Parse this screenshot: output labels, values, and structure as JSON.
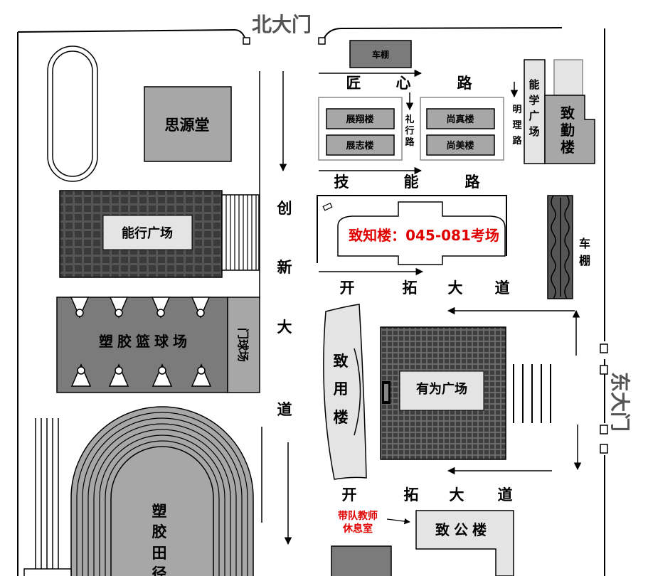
{
  "gates": {
    "north": "北大门",
    "east": "东大门"
  },
  "buildings": {
    "bike_shed_north": "车棚",
    "siyuan_hall": "思源堂",
    "zhanxiang": "展翔楼",
    "zhanzhi": "展志楼",
    "shangzhen": "尚真楼",
    "shangmei": "尚美楼",
    "nengxue_square": "能学广场",
    "zhiqin": "致勤楼",
    "nengxing_square": "能行广场",
    "zhizhi": "致知楼：045-081考场",
    "bike_shed_east": "车棚",
    "basketball": "塑胶篮球场",
    "gate_ball": "门球场",
    "zhiyong": "致用楼",
    "youwei_square": "有为广场",
    "rest_room": "带队教师\n休息室",
    "zhigong": "致公楼",
    "track": "塑胶田径"
  },
  "roads": {
    "jiangxin": [
      "匠",
      "心",
      "路"
    ],
    "lixing": "礼行路",
    "mingli": "明理路",
    "jineng": [
      "技",
      "能",
      "路"
    ],
    "chuangxin": [
      "创",
      "新",
      "大",
      "道"
    ],
    "kaituo_upper": [
      "开",
      "拓",
      "大",
      "道"
    ],
    "kaituo_lower": [
      "开",
      "拓",
      "大",
      "道"
    ]
  },
  "colors": {
    "building_gray": "#a7a7a7",
    "light_gray": "#e4e4e4",
    "dark_gray": "#7b7b7b",
    "grid_dark": "#4a4a4a",
    "exam_red": "#e00000"
  }
}
